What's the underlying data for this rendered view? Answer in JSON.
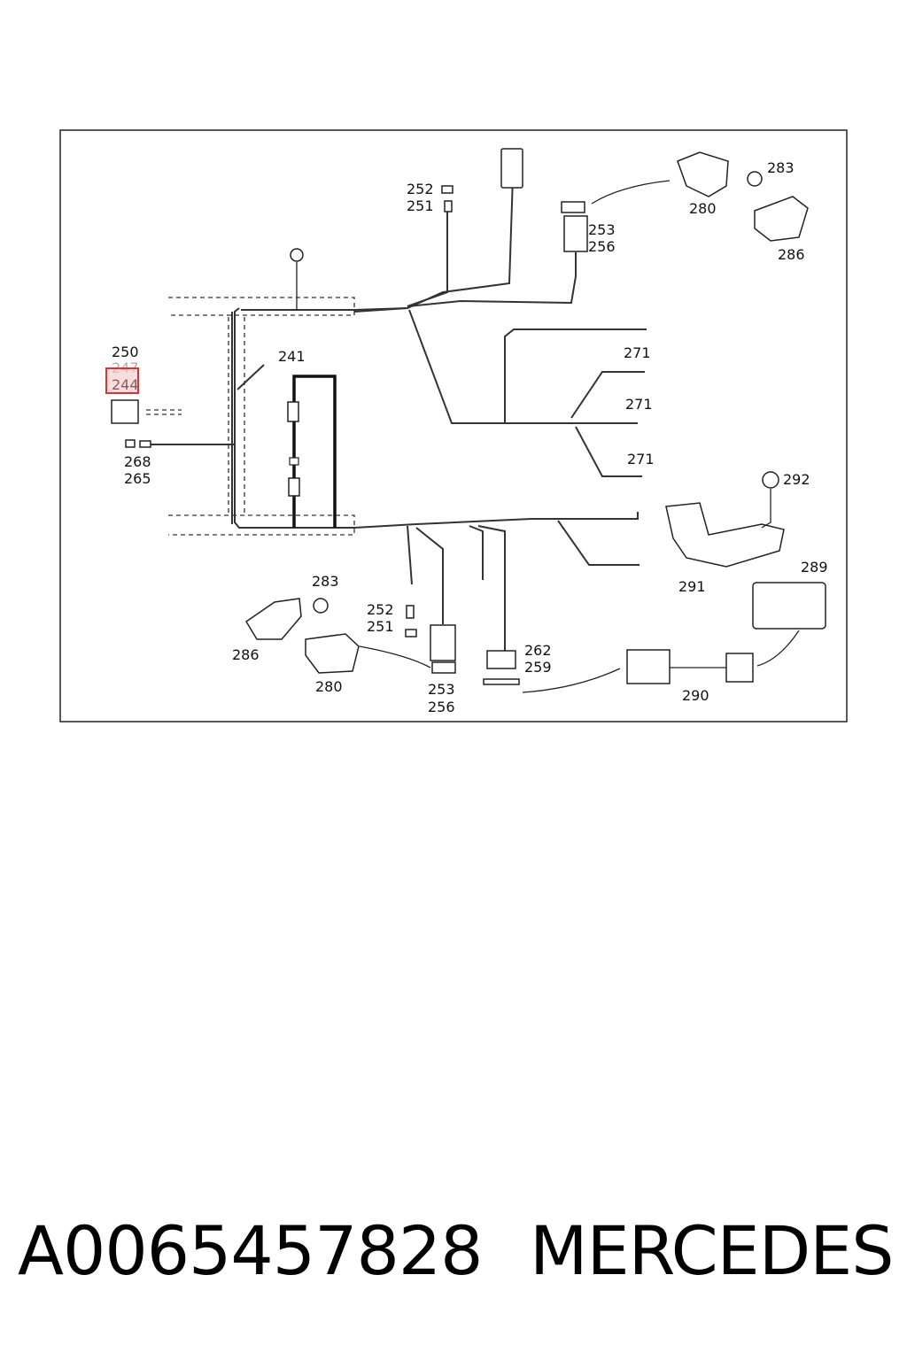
{
  "callouts": {
    "c250": "250",
    "c247": "247",
    "c244": "244",
    "c268": "268",
    "c265": "265",
    "c241": "241",
    "c252a": "252",
    "c251a": "251",
    "c253a": "253",
    "c256a": "256",
    "c280a": "280",
    "c283a": "283",
    "c286a": "286",
    "c271a": "271",
    "c271b": "271",
    "c271c": "271",
    "c292": "292",
    "c291": "291",
    "c289": "289",
    "c283b": "283",
    "c286b": "286",
    "c280b": "280",
    "c252b": "252",
    "c251b": "251",
    "c253b": "253",
    "c256b": "256",
    "c262": "262",
    "c259": "259",
    "c290": "290"
  },
  "highlight": {
    "label": "244",
    "color": "#e03030"
  },
  "footer": {
    "part_number": "A0065457828",
    "brand": "MERCEDES"
  }
}
